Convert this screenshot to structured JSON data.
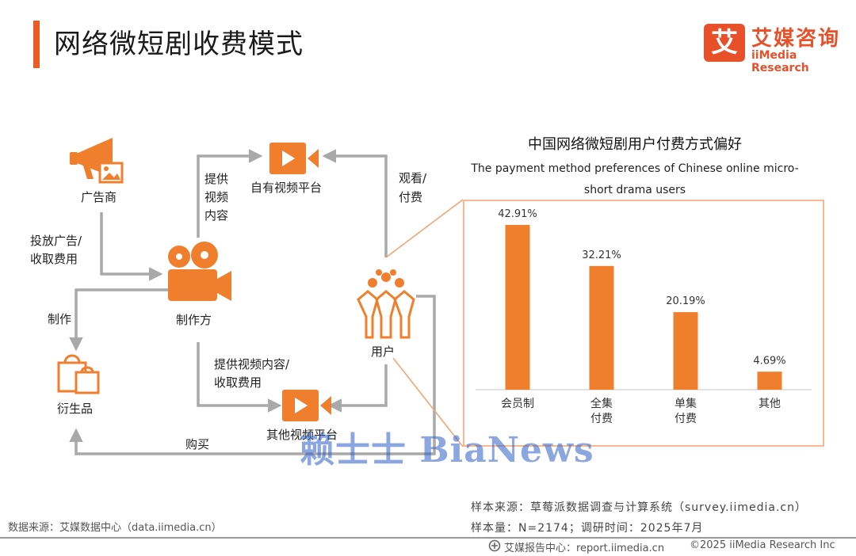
{
  "header": {
    "title": "网络微短剧收费模式"
  },
  "logo": {
    "mark": "艾",
    "name_cn": "艾媒咨询",
    "name_en": "iiMedia Research"
  },
  "diagram": {
    "advertiser": "广告商",
    "producer": "制作方",
    "own_platform": "自有视频平台",
    "other_platform": "其他视频平台",
    "user": "用户",
    "derivatives": "衍生品",
    "edge_ad_line1": "投放广告/",
    "edge_ad_line2": "收取费用",
    "edge_provide_line1": "提供",
    "edge_provide_line2": "视频",
    "edge_provide_line3": "内容",
    "edge_watch_line1": "观看/",
    "edge_watch_line2": "付费",
    "edge_produce": "制作",
    "edge_other_line1": "提供视频内容/",
    "edge_other_line2": "收取费用",
    "edge_buy": "购买"
  },
  "chart_data": {
    "type": "bar",
    "title": "中国网络微短剧用户付费方式偏好",
    "subtitle_line1": "The payment method preferences of Chinese online micro-",
    "subtitle_line2": "short drama users",
    "categories": [
      "会员制",
      "全集\n付费",
      "单集\n付费",
      "其他"
    ],
    "values": [
      42.91,
      32.21,
      20.19,
      4.69
    ],
    "value_labels": [
      "42.91%",
      "32.21%",
      "20.19%",
      "4.69%"
    ],
    "unit": "%",
    "ylim": [
      0,
      50
    ],
    "grid": false,
    "color": "#f07f2d"
  },
  "sources": {
    "left": "数据来源：艾媒数据中心（data.iimedia.cn）",
    "sample_source": "样本来源：草莓派数据调查与计算系统（survey.iimedia.cn）",
    "sample_size": "样本量：N=2174；调研时间：2025年7月"
  },
  "footer": {
    "report_center": "艾媒报告中心：report.iimedia.cn",
    "copyright": "©2025  iiMedia Research Inc"
  },
  "watermark": "赖士士 BiaNews",
  "colors": {
    "accent": "#ec5b24",
    "arrow": "#a9a9a9",
    "icon": "#f07f2d",
    "frame": "#f3a26e"
  }
}
